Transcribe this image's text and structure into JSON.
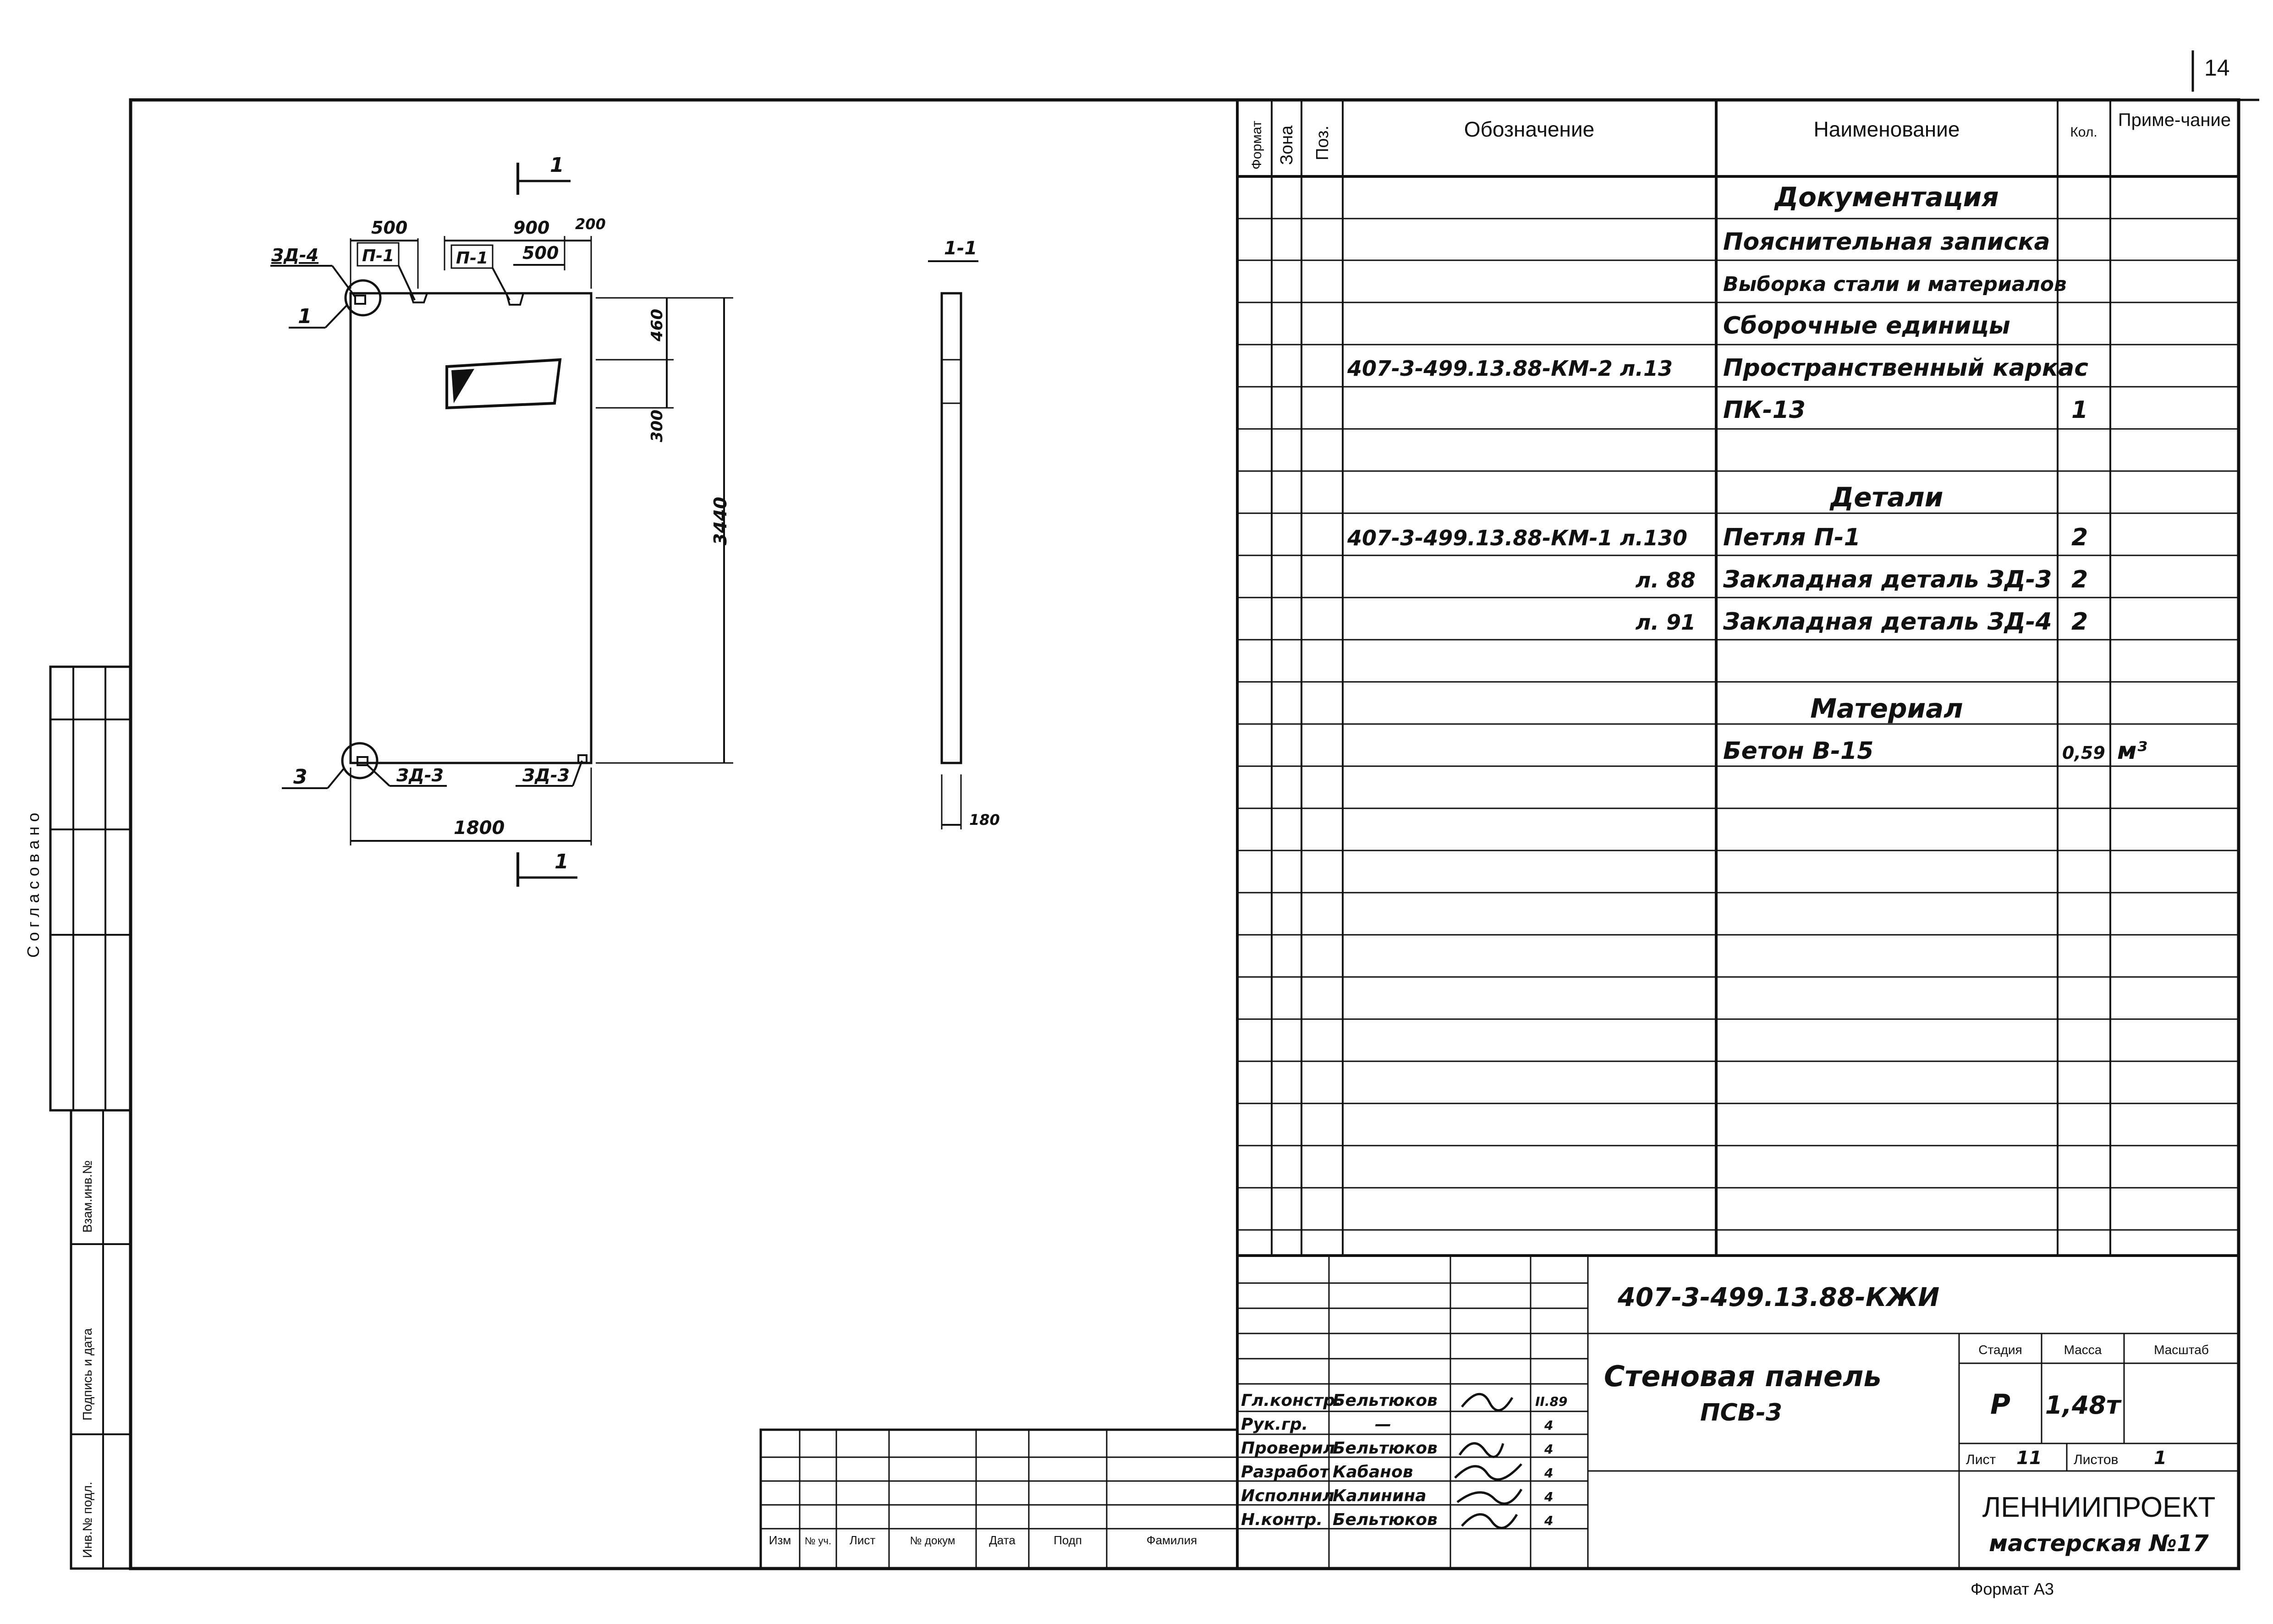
{
  "page_number": "14",
  "sheet_format": "Формат А3",
  "left_strip": {
    "approved": "Согласовано",
    "replace_inv": "Взам.инв.№",
    "sign_date": "Подпись и дата",
    "inv_original": "Инв.№ подл."
  },
  "drawing": {
    "section_mark": "1",
    "section_view_title": "1-1",
    "dim_top_left": "500",
    "dim_top_mid": "900",
    "dim_top_right": "200",
    "dim_top_inner": "500",
    "dim_right_1": "460",
    "dim_right_2": "300",
    "dim_height": "3440",
    "dim_width": "1800",
    "dim_thickness": "180",
    "loop_label_1": "П-1",
    "loop_label_2": "П-1",
    "embed_label_top": "ЗД-4",
    "embed_label_bottom_1": "ЗД-3",
    "embed_label_bottom_2": "ЗД-3",
    "callout_1": "1",
    "callout_3": "3"
  },
  "spec": {
    "headers": {
      "format": "Формат",
      "zone": "Зона",
      "pos": "Поз.",
      "designation": "Обозначение",
      "name": "Наименование",
      "qty": "Кол.",
      "note": "Приме-чание"
    },
    "rows": [
      {
        "designation": "",
        "name": "Документация",
        "qty": "",
        "note": "",
        "kind": "section"
      },
      {
        "designation": "",
        "name": "Пояснительная записка",
        "qty": "",
        "note": ""
      },
      {
        "designation": "",
        "name": "Выборка стали и материалов",
        "qty": "",
        "note": ""
      },
      {
        "designation": "",
        "name": "Сборочные единицы",
        "qty": "",
        "note": ""
      },
      {
        "designation": "407-3-499.13.88-КМ-2 л.13",
        "name": "Пространственный каркас",
        "qty": "",
        "note": ""
      },
      {
        "designation": "",
        "name": "ПК-13",
        "qty": "1",
        "note": ""
      },
      {
        "designation": "",
        "name": "",
        "qty": "",
        "note": ""
      },
      {
        "designation": "",
        "name": "Детали",
        "qty": "",
        "note": "",
        "kind": "section"
      },
      {
        "designation": "407-3-499.13.88-КМ-1 л.130",
        "name": "Петля П-1",
        "qty": "2",
        "note": ""
      },
      {
        "designation": "л. 88",
        "name": "Закладная деталь ЗД-3",
        "qty": "2",
        "note": ""
      },
      {
        "designation": "л. 91",
        "name": "Закладная деталь ЗД-4",
        "qty": "2",
        "note": ""
      },
      {
        "designation": "",
        "name": "",
        "qty": "",
        "note": ""
      },
      {
        "designation": "",
        "name": "Материал",
        "qty": "",
        "note": "",
        "kind": "section"
      },
      {
        "designation": "",
        "name": "Бетон В-15",
        "qty": "0,59",
        "note": "м³"
      }
    ]
  },
  "revision_block": {
    "headers": [
      "Изм",
      "№ уч.",
      "Лист",
      "№ докум",
      "Дата",
      "Подп",
      "Фамилия"
    ]
  },
  "title_block": {
    "doc_code": "407-3-499.13.88-КЖИ",
    "title_line1": "Стеновая панель",
    "title_line2": "ПСВ-3",
    "stage_label": "Стадия",
    "mass_label": "Масса",
    "scale_label": "Масштаб",
    "stage": "Р",
    "mass": "1,48т",
    "sheet_label": "Лист",
    "sheet": "11",
    "sheets_label": "Листов",
    "sheets": "1",
    "org": "ЛЕННИИПРОЕКТ",
    "workshop": "мастерская №17",
    "signers": [
      {
        "role": "Гл.констр.",
        "name": "Бельтюков",
        "date": "II.89"
      },
      {
        "role": "Рук.гр.",
        "name": "—",
        "date": "4"
      },
      {
        "role": "Проверил",
        "name": "Бельтюков",
        "date": "4"
      },
      {
        "role": "Разработ",
        "name": "Кабанов",
        "date": "4"
      },
      {
        "role": "Исполнил",
        "name": "Калинина",
        "date": "4"
      },
      {
        "role": "Н.контр.",
        "name": "Бельтюков",
        "date": "4"
      }
    ]
  }
}
